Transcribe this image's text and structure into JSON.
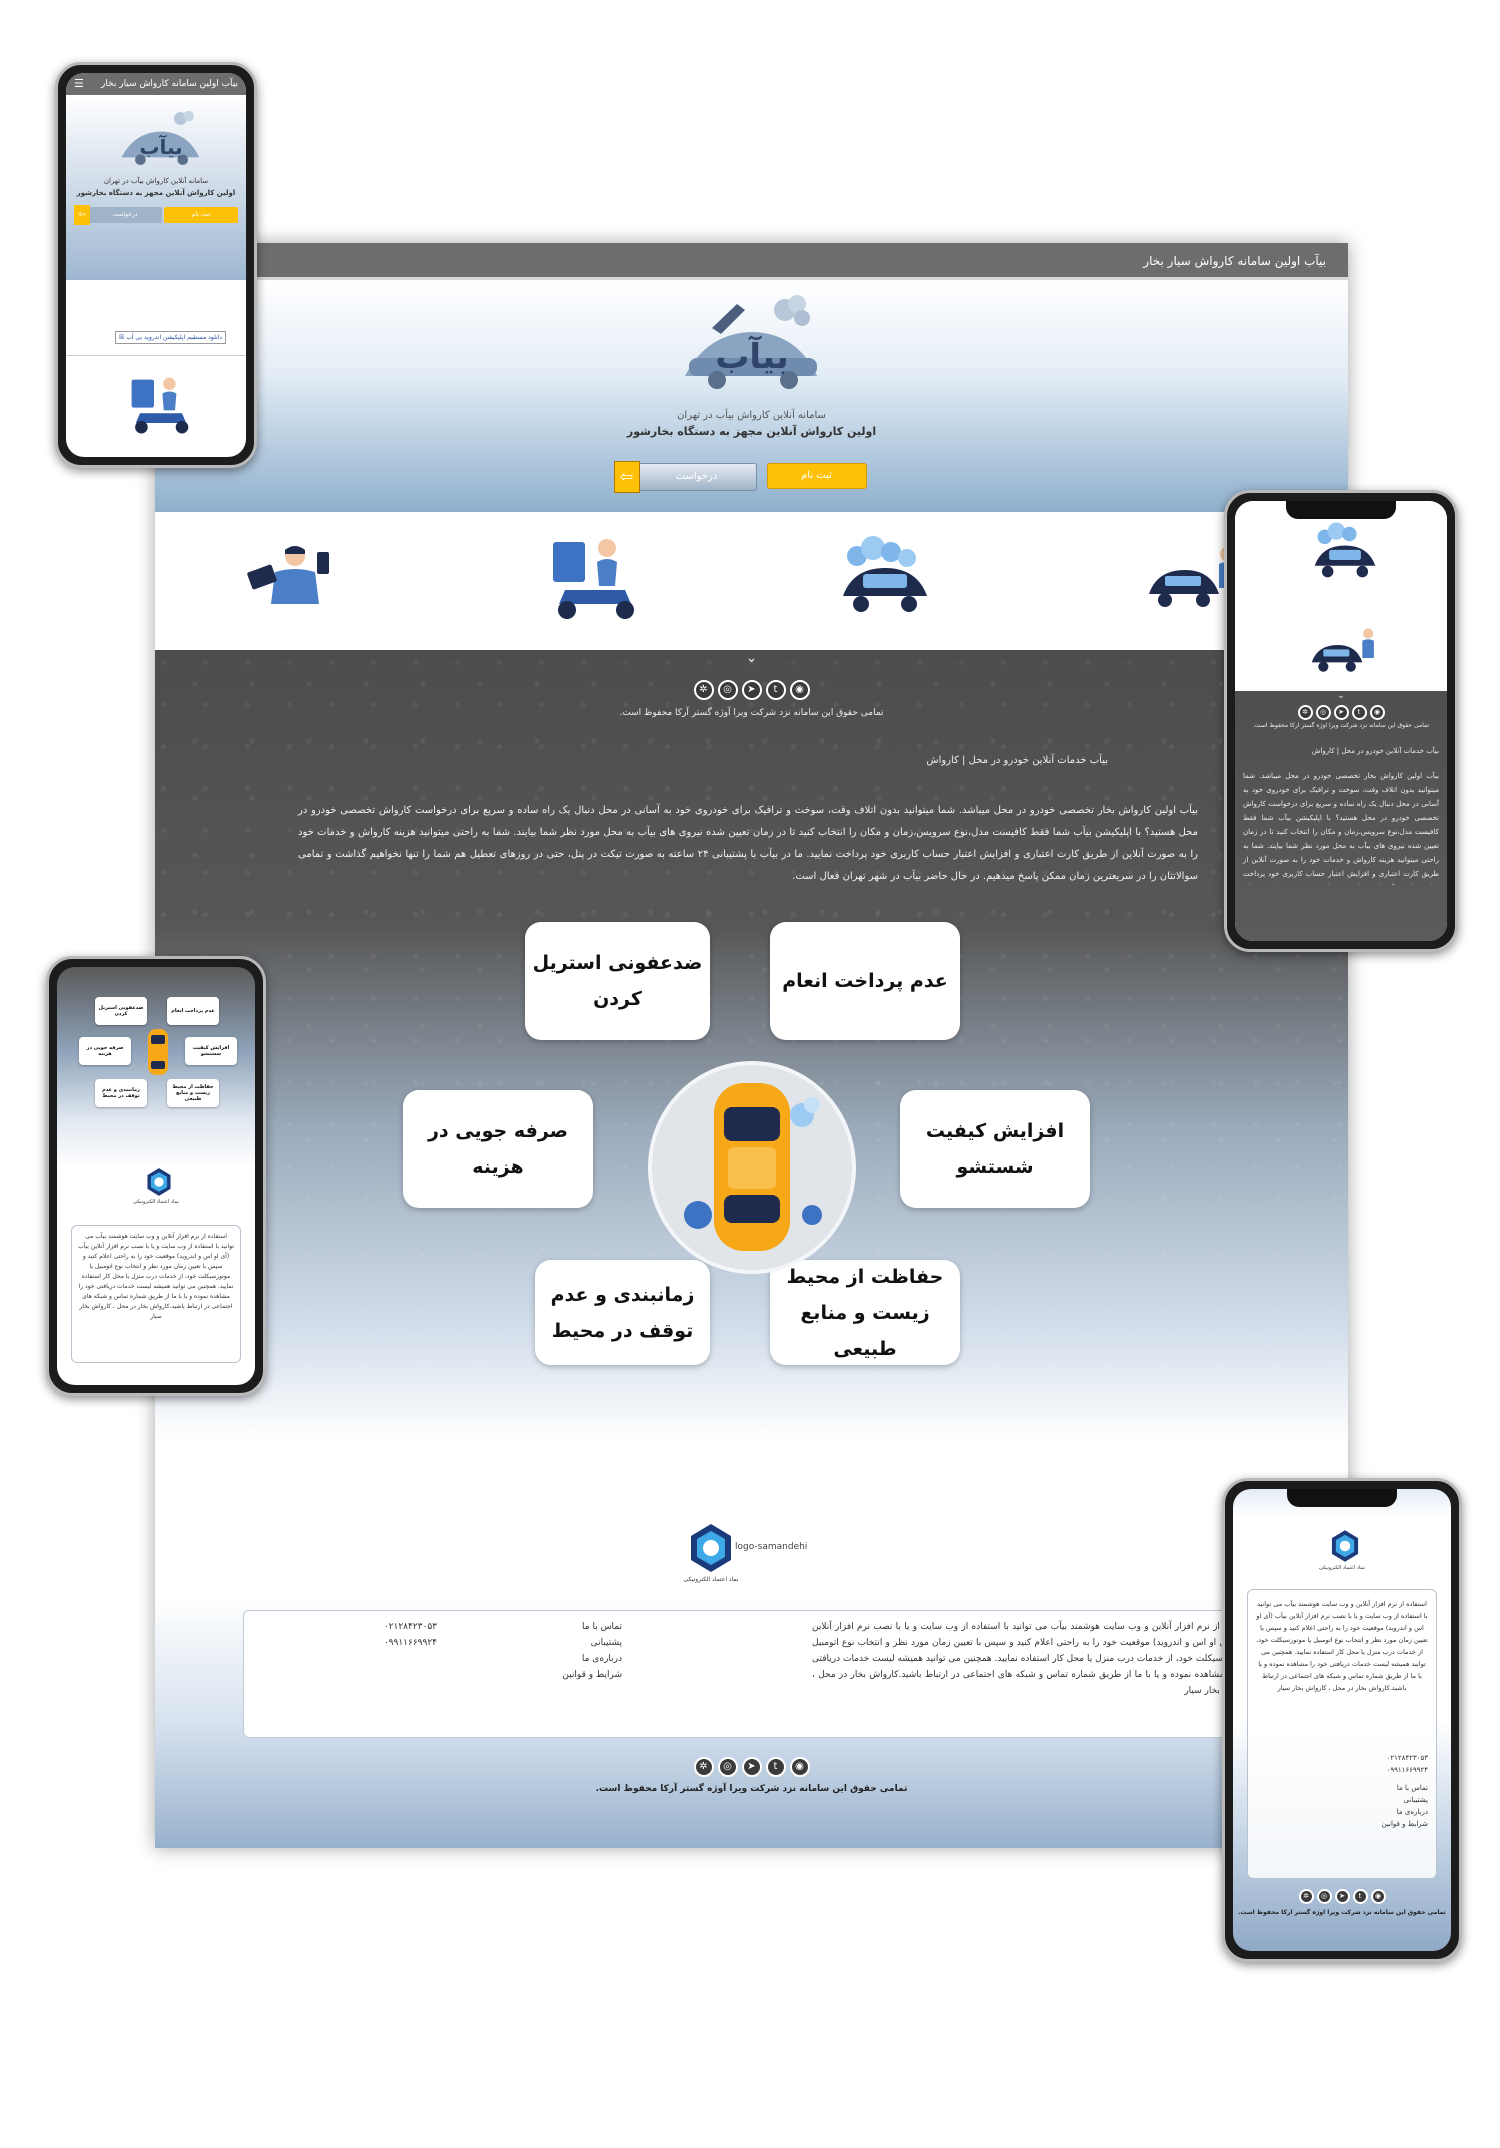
{
  "site": {
    "top_bar_title": "بیآب اولین سامانه کارواش سیار بخار",
    "logo_text": "بیآب",
    "hero_tagline1": "سامانه آنلاین کارواش بیآب در تهران",
    "hero_tagline2": "اولین کارواش آنلاین مجهز به دستگاه بخارشور",
    "register_button": "ثبت نام",
    "request_button": "درخواست",
    "scroll_down_icon": "chevron-down-icon"
  },
  "social": {
    "icons": [
      "whatsapp-icon",
      "twitter-icon",
      "telegram-icon",
      "instagram-icon",
      "apps-icon"
    ],
    "glyphs": [
      "◉",
      "t",
      "➤",
      "◎",
      "✲"
    ],
    "copyright": "تمامی حقوق این سامانه نزد شرکت ویرا آوژه گستر آرکا محفوظ است."
  },
  "about": {
    "title": "بیآب خدمات آنلاین خودرو در محل | کارواش",
    "text": "بیآب اولین کارواش بخار تخصصی خودرو در محل میباشد. شما میتوانید بدون اتلاف وقت، سوخت و ترافیک برای خودروی خود به آسانی در محل دنبال یک راه ساده و سریع برای درخواست کارواش تخصصی خودرو در محل هستید؟ با اپلیکیشن بیآب شما فقط کافیست مدل،نوع سرویس،زمان و مکان را انتخاب کنید تا در زمان تعیین شده نیروی های بیآب به محل مورد نظر شما بیایند. شما به راحتی میتوانید هزینه کارواش و خدمات خود را به صورت آنلاین از طریق کارت اعتباری و افزایش اعتبار حساب کاربری خود پرداخت نمایید. ما در بیآب با پشتیبانی ۲۴ ساعته به صورت تیکت در پنل، حتی در روزهای تعطیل هم شما را تنها نخواهیم گذاشت و تمامی سوالاتتان را در سریعترین زمان ممکن پاسخ میدهیم. در حال حاضر بیآب در شهر تهران فعال است."
  },
  "features": [
    {
      "label": "عدم پرداخت انعام"
    },
    {
      "label": "ضدعفونی استریل کردن"
    },
    {
      "label": "افزایش کیفیت شستشو"
    },
    {
      "label": "صرفه جویی در هزینه"
    },
    {
      "label": "حفاظت از محیط زیست و منابع طبیعی"
    },
    {
      "label": "زمانبندی و عدم توقف در محیط"
    }
  ],
  "footer": {
    "enamad_caption": "نماد اعتماد الکترونیکی",
    "samandehi_alt": "logo-samandehi",
    "description": "استفاده از نرم افزار آنلاین و وب سایت هوشمند بیآب می توانید با استفاده از وب سایت و یا با نصب نرم افزار آنلاین بیآب (آی او اس و اندروید) موقعیت خود را به راحتی اعلام کنید و سپس با تعیین زمان مورد نظر و انتخاب نوع اتومبیل یا موتورسیکلت خود، از خدمات درب منزل یا محل کار استفاده نمایید. همچنین می توانید همیشه لیست خدمات دریافتی خود را مشاهده نموده و یا با ما از طریق شماره تماس و شبکه های اجتماعی در ارتباط باشید.کارواش بخار در محل ، کارواش بخار سیار",
    "links": [
      "تماس با ما",
      "پشتیبانی",
      "درباره‌ی ما",
      "شرایط و قوانین"
    ],
    "phones": [
      "۰۲۱۲۸۴۲۳۰۵۳",
      "۰۹۹۱۱۶۶۹۹۲۴"
    ]
  },
  "mobile": {
    "download_link": "دانلود مستقیم اپلیکیشن اندروید بی آب",
    "copyright_short": "تمامی حقوق این سامانه نزد شرکت ویرا آوژه گستر آرکا محفوظ است."
  },
  "colors": {
    "accent": "#ffc107",
    "topbar": "#6d6d6d",
    "hero_bottom": "#8fb0cd",
    "dark_pattern": "#4d4d4d",
    "car_yellow": "#f6a816",
    "car_navy": "#1f2b4d"
  }
}
